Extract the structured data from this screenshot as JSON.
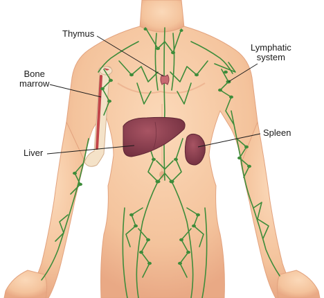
{
  "labels": {
    "thymus": "Thymus",
    "lymphatic_system": [
      "Lymphatic",
      "system"
    ],
    "bone_marrow": [
      "Bone",
      "marrow"
    ],
    "liver": "Liver",
    "spleen": "Spleen"
  },
  "colors": {
    "skin": "#f6c8a2",
    "skin_shadow": "#eaa982",
    "lymph": "#3d8c3a",
    "organ": "#8e3d4c",
    "bone": "#f4e2c8",
    "marrow": "#c2464a",
    "leader_line": "#1a1a1a"
  }
}
